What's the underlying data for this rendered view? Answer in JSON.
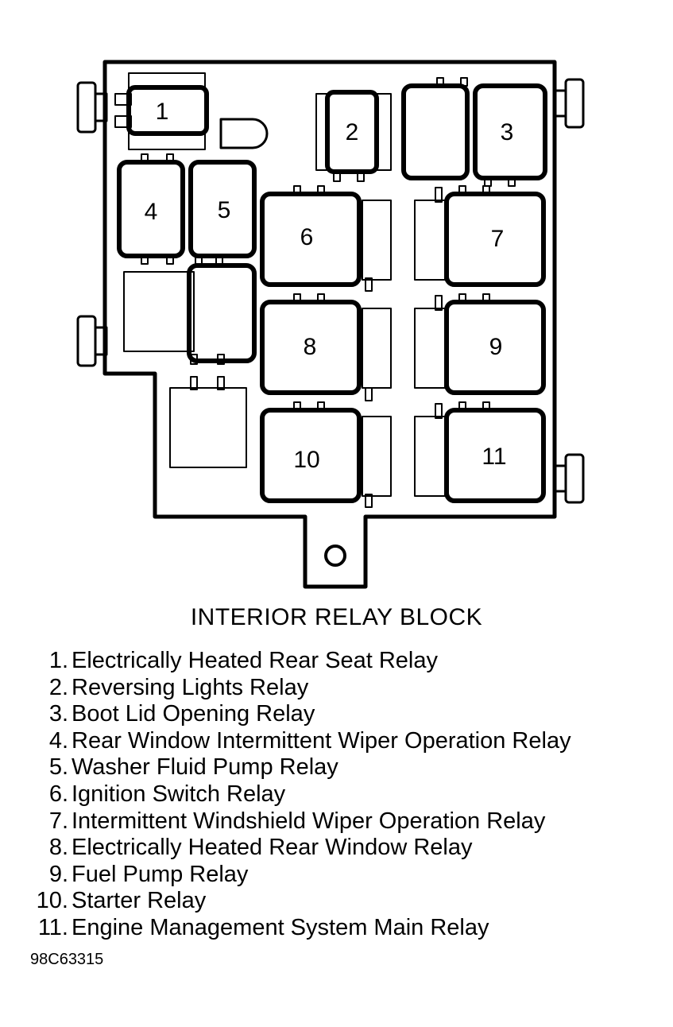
{
  "diagram": {
    "relay_labels": [
      "1",
      "2",
      "3",
      "4",
      "5",
      "6",
      "7",
      "8",
      "9",
      "10",
      "11"
    ]
  },
  "title": "INTERIOR RELAY BLOCK",
  "legend": [
    {
      "num": "1.",
      "text": "Electrically Heated Rear Seat Relay"
    },
    {
      "num": "2.",
      "text": "Reversing Lights Relay"
    },
    {
      "num": "3.",
      "text": "Boot Lid Opening Relay"
    },
    {
      "num": "4.",
      "text": "Rear Window Intermittent Wiper Operation Relay"
    },
    {
      "num": "5.",
      "text": "Washer Fluid Pump Relay"
    },
    {
      "num": "6.",
      "text": "Ignition Switch Relay"
    },
    {
      "num": "7.",
      "text": "Intermittent Windshield Wiper Operation Relay"
    },
    {
      "num": "8.",
      "text": "Electrically Heated Rear Window Relay"
    },
    {
      "num": "9.",
      "text": "Fuel Pump Relay"
    },
    {
      "num": "10.",
      "text": "Starter Relay"
    },
    {
      "num": "11.",
      "text": "Engine Management System Main Relay"
    }
  ],
  "figure_code": "98C63315"
}
